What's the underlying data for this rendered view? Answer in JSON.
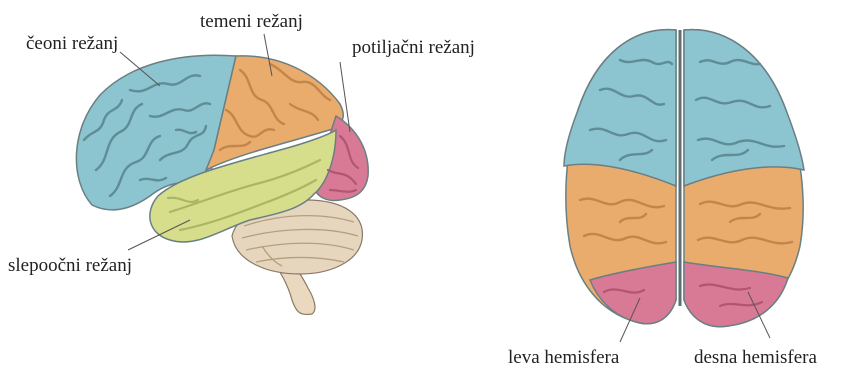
{
  "labels": {
    "frontal_lobe": "čeoni režanj",
    "parietal_lobe": "temeni režanj",
    "occipital_lobe": "potiljačni režanj",
    "temporal_lobe": "slepoočni režanj",
    "left_hemisphere": "leva hemisfera",
    "right_hemisphere": "desna hemisfera"
  },
  "colors": {
    "frontal": "#8cc4cf",
    "parietal": "#e9ac6c",
    "occipital": "#d87a95",
    "temporal": "#d6de8c",
    "cerebellum": "#e6d6bd",
    "outline": "#6a7f83"
  }
}
